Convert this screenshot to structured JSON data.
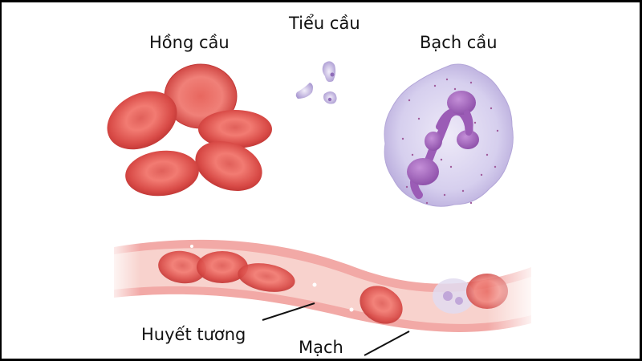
{
  "labels": {
    "red_blood_cell": "Hồng cầu",
    "platelet": "Tiểu cầu",
    "white_blood_cell": "Bạch cầu",
    "plasma": "Huyết tương",
    "vessel": "Mạch"
  },
  "colors": {
    "rbc": "#d94848",
    "rbc_light": "#f07a70",
    "wbc_body": "#d8d2ee",
    "wbc_nucleus": "#9b62b8",
    "vessel_wall": "#f0a8a8",
    "vessel_inner": "#f7cfcb",
    "border": "#000000"
  }
}
